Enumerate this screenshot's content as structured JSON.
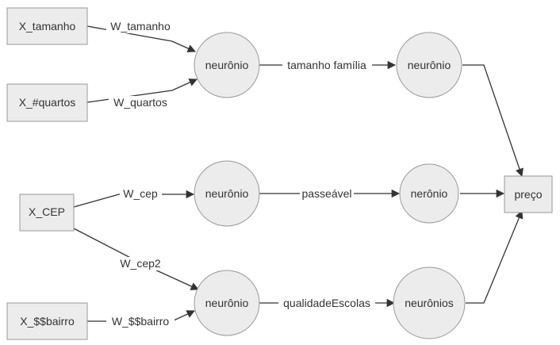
{
  "inputs": {
    "x_tamanho": "X_tamanho",
    "x_quartos": "X_#quartos",
    "x_cep": "X_CEP",
    "x_bairro": "X_$$bairro"
  },
  "neurons": {
    "n1": "neurônio",
    "n2": "neurônio",
    "n3": "neurônio",
    "n4": "neurônio",
    "n5": "nerônio",
    "n6": "neurônios"
  },
  "output": "preço",
  "edges": {
    "w_tamanho": "W_tamanho",
    "w_quartos": "W_quartos",
    "w_cep": "W_cep",
    "w_cep2": "W_cep2",
    "w_bairro": "W_$$bairro",
    "tamanho_familia": "tamanho família",
    "passeavel": "passeável",
    "qualidade_escolas": "qualidadeEscolas"
  },
  "colors": {
    "node_fill": "#ececec",
    "node_stroke": "#999999",
    "edge": "#333333"
  }
}
